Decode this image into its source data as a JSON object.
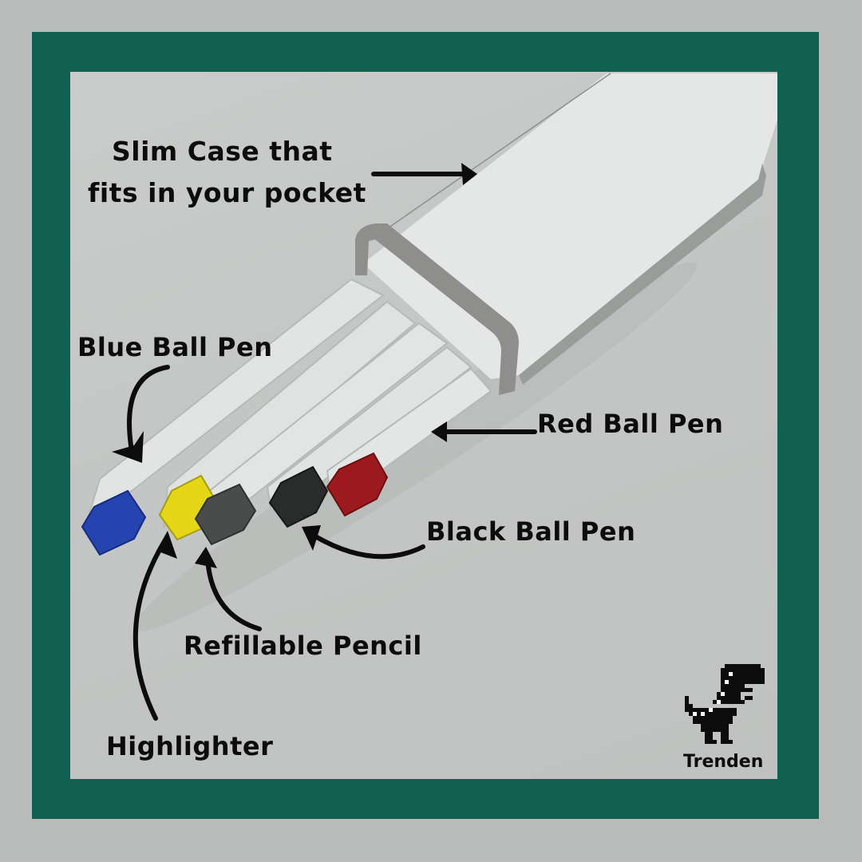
{
  "colors": {
    "frame": "#106152",
    "background": "#b9bbba",
    "photo_bg": "#c6c9c7",
    "cap_blue": "#2444b0",
    "cap_yellow": "#e5d718",
    "cap_gray": "#4a4c4c",
    "cap_black": "#2a2b2b",
    "cap_red": "#9c1a1e",
    "case_white": "#e4e7e5",
    "case_band": "#8e8f8d"
  },
  "labels": {
    "slim_case_line1": "Slim Case that",
    "slim_case_line2": "fits in your pocket",
    "blue_ball_pen": "Blue Ball Pen",
    "red_ball_pen": "Red Ball Pen",
    "black_ball_pen": "Black Ball Pen",
    "refillable_pencil": "Refillable Pencil",
    "highlighter": "Highlighter"
  },
  "logo": {
    "icon": "pixel-dinosaur-icon",
    "brand": "Trenden"
  }
}
